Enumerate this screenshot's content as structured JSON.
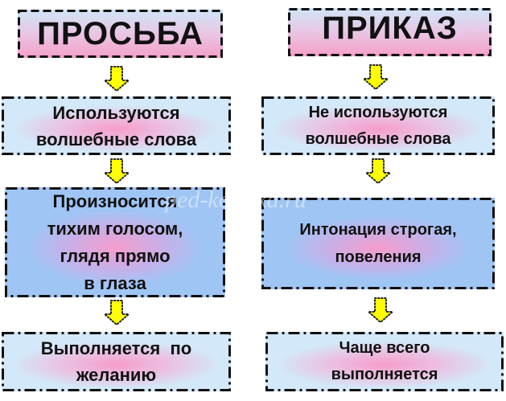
{
  "left_column": {
    "title": "ПРОСЬБА",
    "steps": [
      [
        "Используются",
        "волшебные слова"
      ],
      [
        "Произносится",
        "тихим голосом,",
        "глядя прямо",
        "в глаза"
      ],
      [
        "Выполняется  по",
        "желанию"
      ]
    ]
  },
  "right_column": {
    "title": "ПРИКАЗ",
    "steps": [
      [
        "Не используются",
        "волшебные слова"
      ],
      [
        "Интонация строгая,",
        "повеления"
      ],
      [
        "Чаще всего",
        "выполняется"
      ]
    ]
  },
  "arrow_icon": "arrow-down-icon",
  "watermark": "ped-kopilka.ru",
  "colors": {
    "arrow_fill": "#ffff00",
    "border": "#111111",
    "pink": "#f79ccb",
    "blue": "#9fc5f5"
  }
}
